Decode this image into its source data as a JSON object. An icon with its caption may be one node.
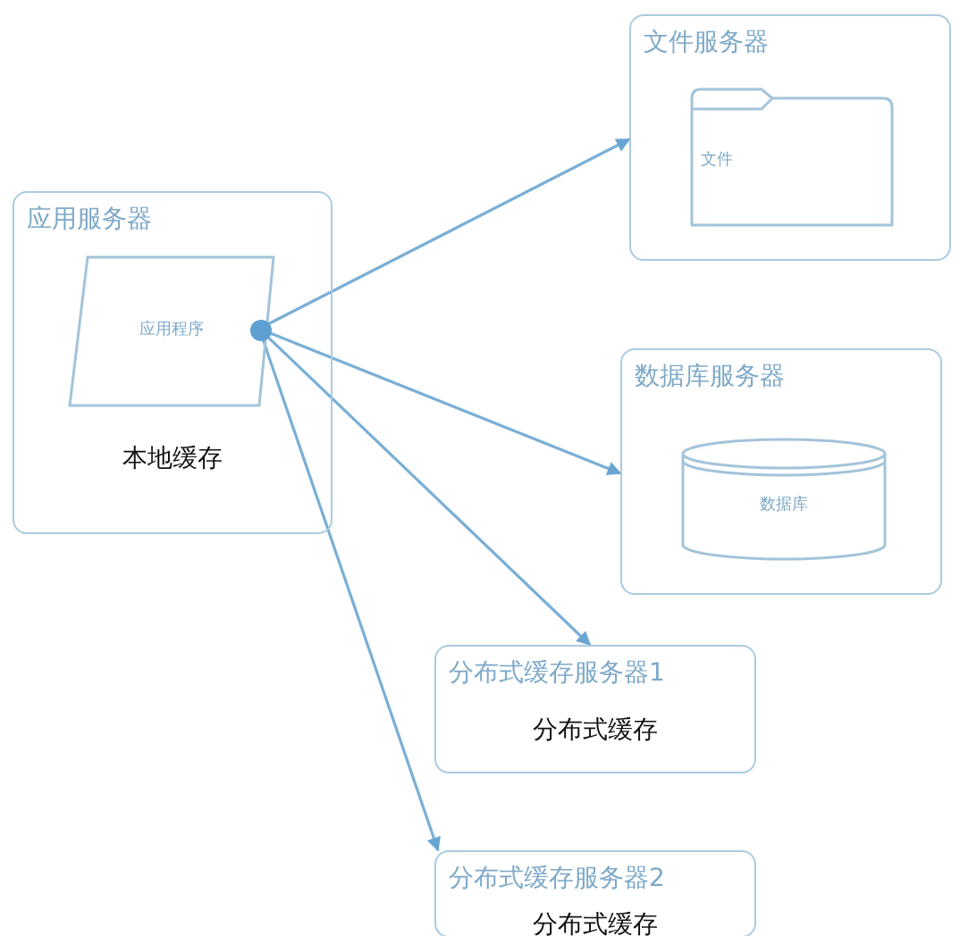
{
  "diagram": {
    "nodes": [
      {
        "text": [
          "应用服务器",
          "本地缓存"
        ]
      },
      {
        "text": [
          "应用程序"
        ],
        "in": 0
      },
      {
        "text": [],
        "shape": "circle",
        "in": 1
      },
      {
        "text": [
          "文件服务器"
        ]
      },
      {
        "text": [
          "文件"
        ],
        "in": 3
      },
      {
        "text": [
          "数据库服务器"
        ]
      },
      {
        "text": [
          "数据库"
        ],
        "in": 5
      },
      {
        "text": [
          "分布式缓存服务器1",
          "分布式缓存"
        ]
      },
      {
        "text": [
          "分布式缓存服务器2",
          "分布式缓存"
        ]
      }
    ],
    "edges": [
      {
        "from": 2,
        "to": 3,
        "arrow": "to"
      },
      {
        "from": 2,
        "to": 5,
        "arrow": "to"
      },
      {
        "from": 2,
        "to": 7,
        "arrow": "to"
      },
      {
        "from": 2,
        "to": 8,
        "arrow": "to"
      }
    ]
  }
}
